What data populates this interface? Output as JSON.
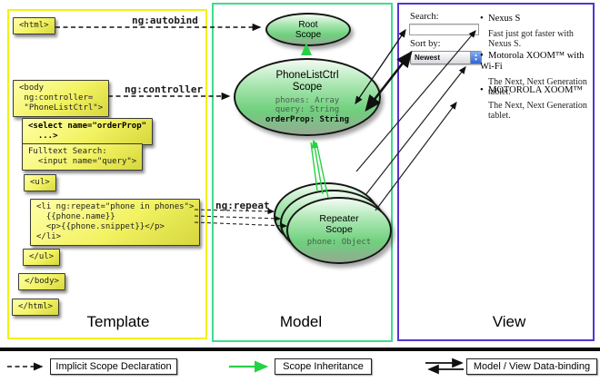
{
  "columns": {
    "template": "Template",
    "model": "Model",
    "view": "View"
  },
  "template": {
    "html_open": "<html>",
    "body_open": "<body\n ng:controller=\n \"PhoneListCtrl\">",
    "select": "<select name=\"orderProp\"\n  ...>",
    "fulltext": "Fulltext Search:\n  <input name=\"query\">",
    "ul_open": "<ul>",
    "li": "<li ng:repeat=\"phone in phones\">\n  {{phone.name}}\n  <p>{{phone.snippet}}</p>\n</li>",
    "ul_close": "</ul>",
    "body_close": "</body>",
    "html_close": "</html>"
  },
  "model": {
    "root_scope": {
      "title": "Root\nScope"
    },
    "phonelist_scope": {
      "title": "PhoneListCtrl\nScope",
      "props": [
        "phones: Array",
        "query: String"
      ],
      "bold_prop": "orderProp: String"
    },
    "repeater_scope": {
      "title": "Repeater\nScope",
      "prop": "phone: Object"
    }
  },
  "view": {
    "search_label": "Search:",
    "sort_label": "Sort by:",
    "sort_value": "Newest",
    "bullet": "•",
    "items": [
      {
        "title": "Nexus S",
        "snippet": "Fast just got faster with Nexus S."
      },
      {
        "title": "Motorola XOOM™ with Wi-Fi",
        "snippet": "The Next, Next Generation tablet."
      },
      {
        "title": "MOTOROLA XOOM™",
        "snippet": "The Next, Next Generation tablet."
      }
    ]
  },
  "annotations": {
    "autobind": "ng:autobind",
    "controller": "ng:controller",
    "repeat": "ng:repeat"
  },
  "legend": {
    "implicit": "Implicit Scope Declaration",
    "inheritance": "Scope Inheritance",
    "databinding": "Model / View Data-binding"
  },
  "colors": {
    "template_border": "#f2f214",
    "model_border": "#3fdc8c",
    "view_border": "#5633d6",
    "code_box_fill": "#f2f262",
    "scope_fill": "#7fd88a",
    "inheritance_green": "#27d145",
    "arrow_black": "#111111"
  }
}
